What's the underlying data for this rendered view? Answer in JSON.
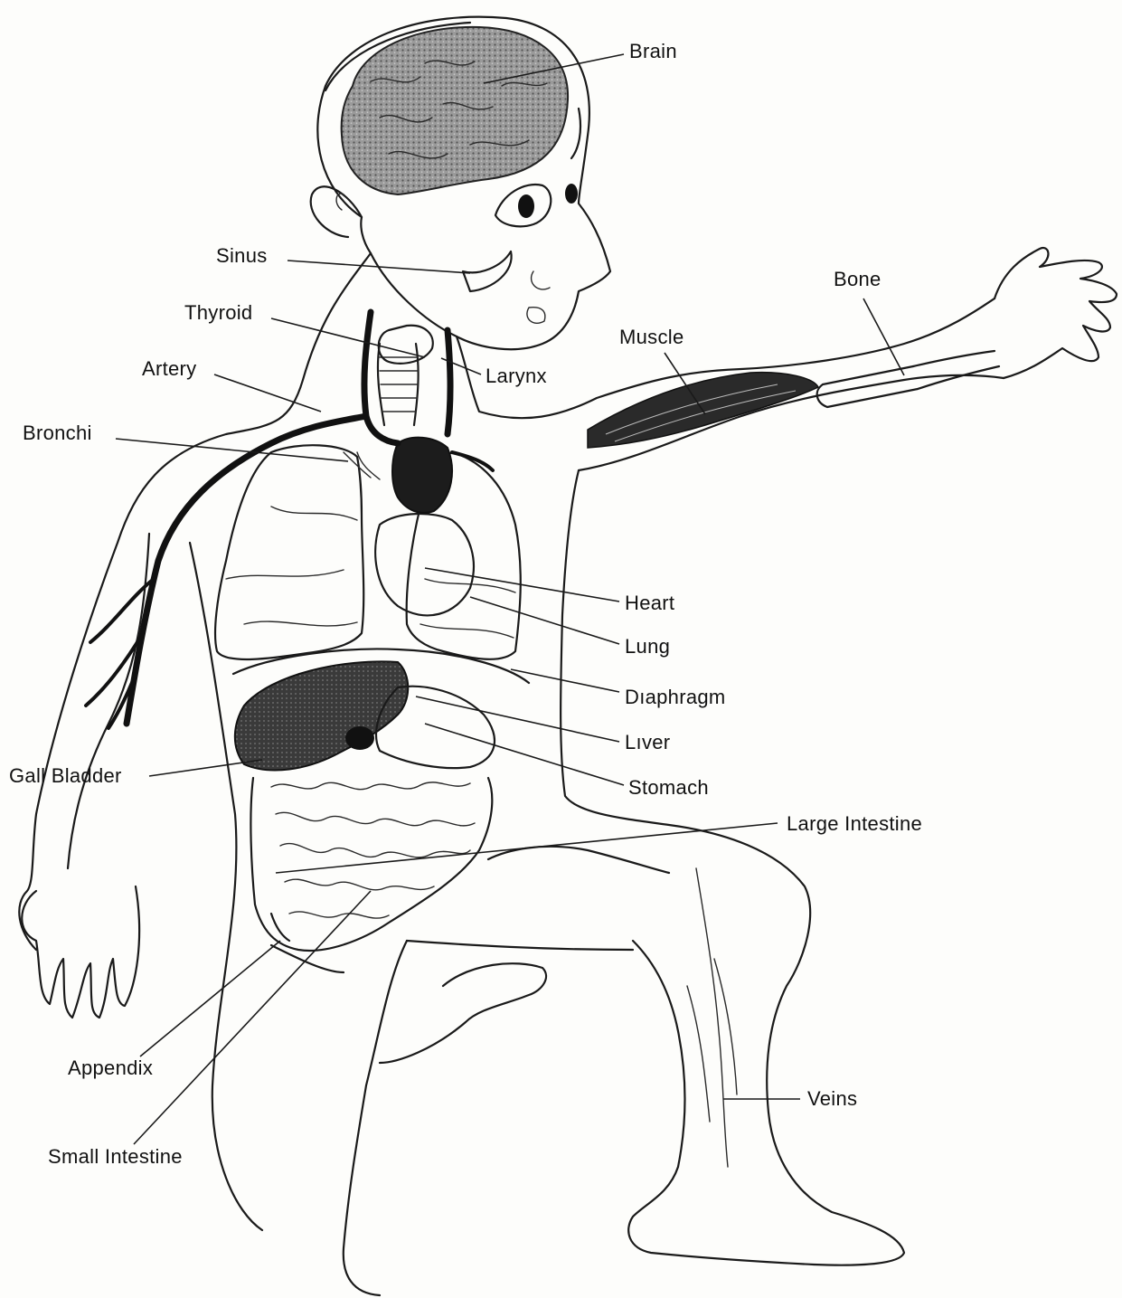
{
  "labels": {
    "brain": "Brain",
    "sinus": "Sinus",
    "thyroid": "Thyroid",
    "artery": "Artery",
    "larynx": "Larynx",
    "bronchi": "Bronchi",
    "bone": "Bone",
    "muscle": "Muscle",
    "heart": "Heart",
    "lung": "Lung",
    "diaphragm": "Dıaphragm",
    "liver": "Lıver",
    "stomach": "Stomach",
    "gall_bladder": "Gall Bladder",
    "large_intestine": "Large Intestine",
    "appendix": "Appendix",
    "small_intestine": "Small Intestine",
    "veins": "Veins"
  },
  "colors": {
    "ink": "#111111",
    "paper": "#fdfdfb",
    "brain_shade": "#8a8a8a",
    "liver_shade": "#3a3a3a"
  }
}
